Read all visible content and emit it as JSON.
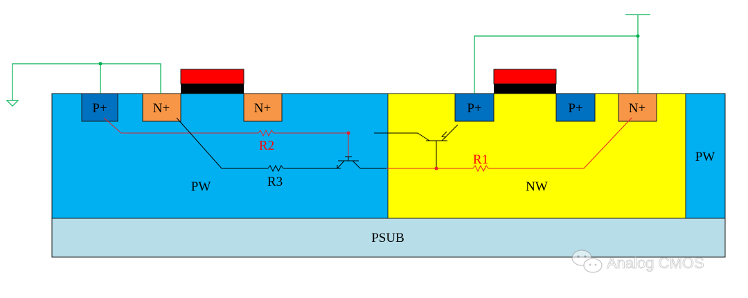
{
  "regions": {
    "pw_left": "PW",
    "nw": "NW",
    "pw_right": "PW",
    "psub": "PSUB"
  },
  "diffusions": {
    "p1": "P+",
    "n1": "N+",
    "n2": "N+",
    "p2": "P+",
    "p3": "P+",
    "n3": "N+"
  },
  "resistors": {
    "r1": "R1",
    "r2": "R2",
    "r3": "R3"
  },
  "watermark": {
    "text": "Analog CMOS",
    "icon": "wechat-icon"
  },
  "colors": {
    "pwell": "#00b0f0",
    "nwell": "#ffff00",
    "psub": "#b7dde8",
    "pplus": "#0070c0",
    "nplus": "#f79646",
    "gate_poly": "#ff0000",
    "gate_oxide": "#000000",
    "wire_green": "#00b050",
    "wire_red": "#e8202a",
    "wire_black": "#000000",
    "label_red": "#ff0000"
  }
}
